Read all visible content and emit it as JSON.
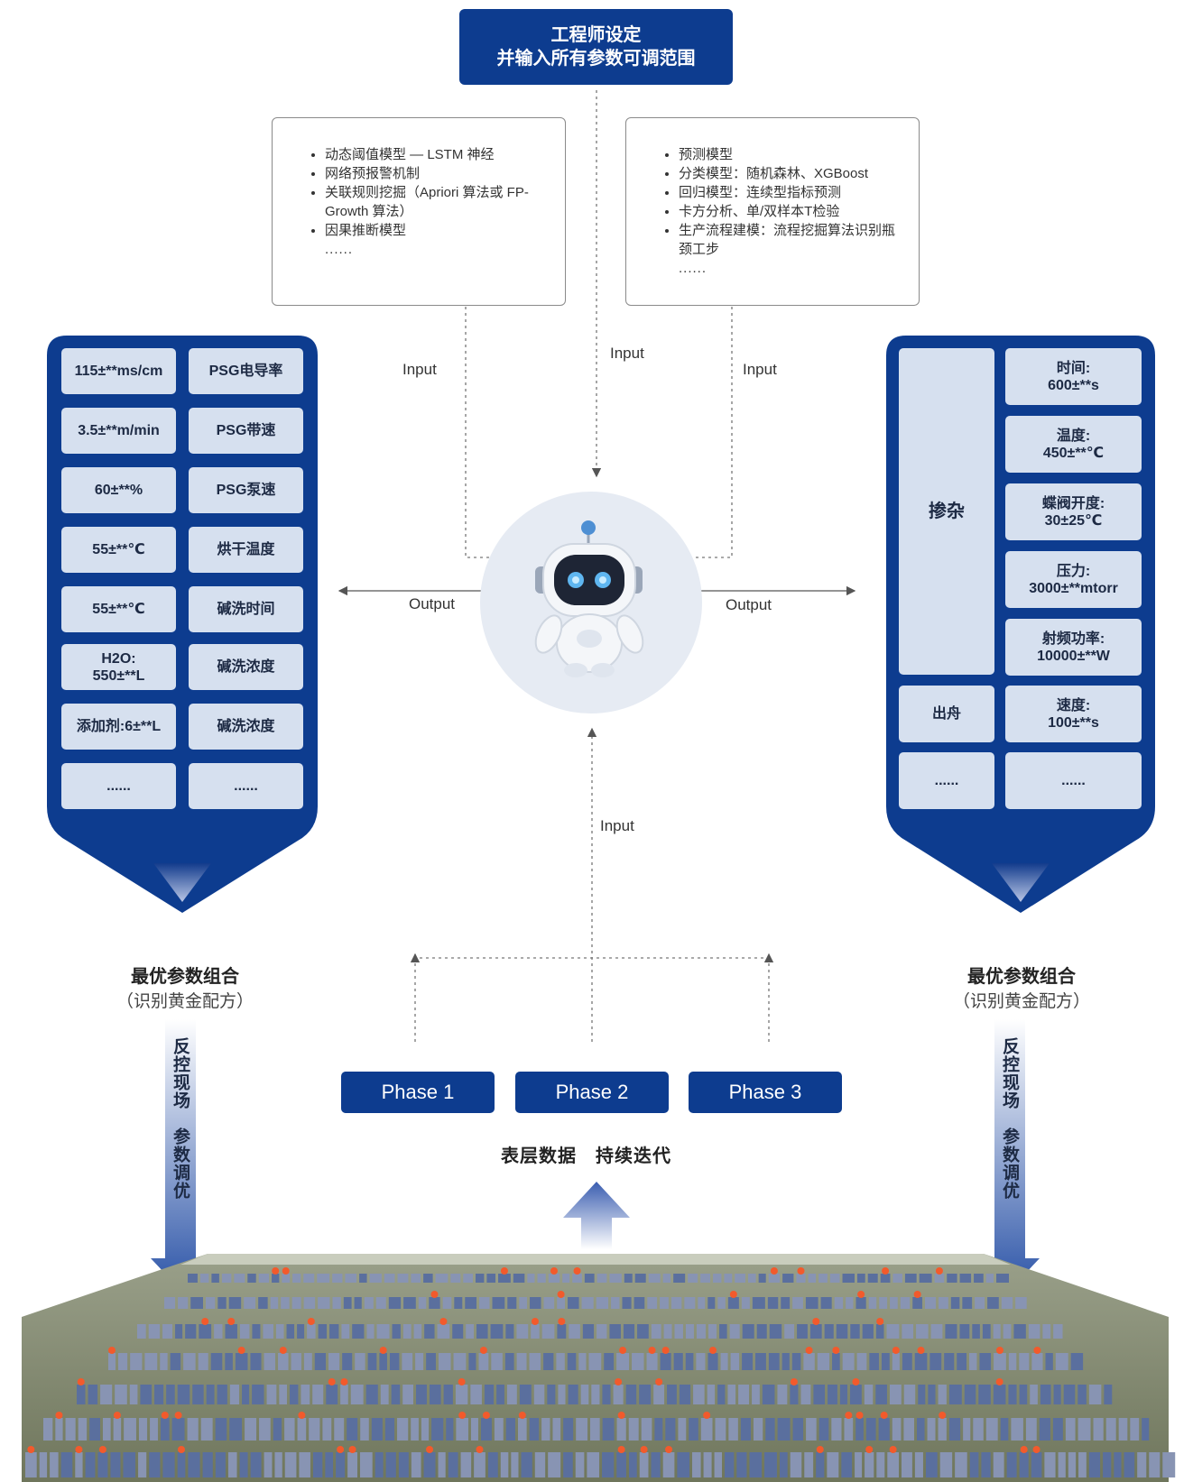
{
  "top": {
    "line1": "工程师设定",
    "line2": "并输入所有参数可调范围"
  },
  "left_models": {
    "items": [
      "动态阈值模型 — LSTM 神经",
      "网络预报警机制",
      "关联规则挖掘（Apriori 算法或 FP-Growth 算法）",
      "因果推断模型"
    ],
    "more": "......"
  },
  "right_models": {
    "items": [
      "预测模型",
      "分类模型：随机森林、XGBoost",
      "回归模型：连续型指标预测",
      "卡方分析、单/双样本T检验",
      "生产流程建模：流程挖掘算法识别瓶颈工步"
    ],
    "more": "......"
  },
  "labels": {
    "input": "Input",
    "output": "Output"
  },
  "left_panel": {
    "rows": [
      {
        "value": "115±**ms/cm",
        "name": "PSG电导率"
      },
      {
        "value": "3.5±**m/min",
        "name": "PSG带速"
      },
      {
        "value": "60±**%",
        "name": "PSG泵速"
      },
      {
        "value": "55±**℃",
        "name": "烘干温度"
      },
      {
        "value": "55±**℃",
        "name": "碱洗时间"
      },
      {
        "value": "H2O:\n550±**L",
        "name": "碱洗浓度"
      },
      {
        "value": "添加剂:6±**L",
        "name": "碱洗浓度"
      },
      {
        "value": "......",
        "name": "......"
      }
    ]
  },
  "right_panel": {
    "group1": "掺杂",
    "group2": "出舟",
    "more_left": "......",
    "params": [
      {
        "label": "时间:",
        "value": "600±**s"
      },
      {
        "label": "温度:",
        "value": "450±**℃"
      },
      {
        "label": "蝶阀开度:",
        "value": "30±25℃"
      },
      {
        "label": "压力:",
        "value": "3000±**mtorr"
      },
      {
        "label": "射频功率:",
        "value": "10000±**W"
      },
      {
        "label": "速度:",
        "value": "100±**s"
      }
    ],
    "more_right": "......"
  },
  "result": {
    "title": "最优参数组合",
    "sub": "（识别黄金配方）"
  },
  "feedback": {
    "line1": "反控现场",
    "line2": "参数调优"
  },
  "phases": [
    "Phase 1",
    "Phase 2",
    "Phase 3"
  ],
  "caption": "表层数据　持续迭代",
  "colors": {
    "primary": "#0d3c8f",
    "cell": "#d6e0ef",
    "robot_bg": "#e6ebf3"
  }
}
